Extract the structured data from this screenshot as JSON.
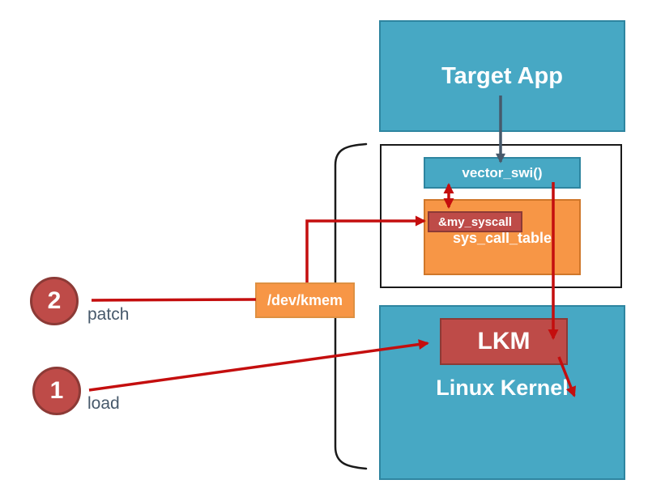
{
  "diagram": {
    "nodes": {
      "target_app": {
        "label": "Target App"
      },
      "vector_swi": {
        "label": "vector_swi()"
      },
      "sys_call_table": {
        "label": "sys_call_table"
      },
      "my_syscall": {
        "label": "&my_syscall"
      },
      "dev_kmem": {
        "label": "/dev/kmem"
      },
      "lkm": {
        "label": "LKM"
      },
      "linux_kernel": {
        "label": "Linux Kernel"
      }
    },
    "steps": [
      {
        "number": "1",
        "label": "load"
      },
      {
        "number": "2",
        "label": "patch"
      }
    ],
    "edges": [
      {
        "from": "target_app",
        "to": "vector_swi",
        "type": "arrow",
        "color": "slate"
      },
      {
        "from": "vector_swi",
        "to": "sys_call_table",
        "type": "double_arrow",
        "color": "red"
      },
      {
        "from": "dev_kmem",
        "to": "my_syscall",
        "type": "arrow",
        "color": "red"
      },
      {
        "from": "vector_swi",
        "to": "lkm",
        "type": "arrow",
        "color": "red"
      },
      {
        "from": "lkm",
        "to": "linux_kernel",
        "type": "arrow",
        "color": "red"
      },
      {
        "from": "step_2",
        "to": "dev_kmem",
        "type": "line",
        "color": "red"
      },
      {
        "from": "step_1",
        "to": "lkm",
        "type": "arrow",
        "color": "red"
      }
    ]
  },
  "colors": {
    "teal_fill": "#47A8C4",
    "teal_border": "#2E85A0",
    "orange_fill": "#F79646",
    "orange_border_dark": "#D0772A",
    "orange_border_light": "#DE9042",
    "red_fill": "#BE4B48",
    "red_border": "#8C3A36",
    "arrow_red": "#C40E0E",
    "slate": "#47596B",
    "outline_black": "#1A1A1A",
    "text_white": "#FFFFFF"
  }
}
